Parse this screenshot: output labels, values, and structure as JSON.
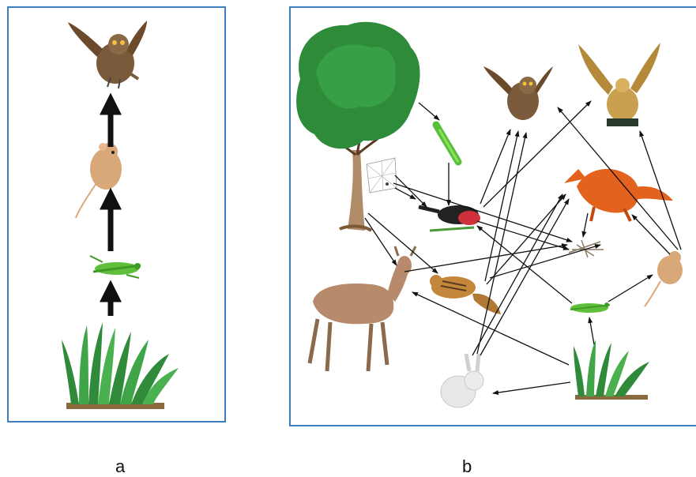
{
  "captions": {
    "a": "a",
    "b": "b"
  },
  "colors": {
    "border": "#3d7fc1",
    "arrow": "#111111"
  },
  "panel_a": {
    "organisms": [
      "owl",
      "mouse",
      "grasshopper",
      "grass"
    ],
    "links": [
      [
        "grass",
        "grasshopper"
      ],
      [
        "grasshopper",
        "mouse"
      ],
      [
        "mouse",
        "owl"
      ]
    ]
  },
  "panel_b": {
    "organisms": [
      "tree",
      "caterpillar",
      "spider",
      "owl",
      "hawk",
      "fox",
      "bird",
      "mushroom",
      "chipmunk",
      "deer",
      "mouse",
      "grasshopper",
      "rabbit",
      "grass"
    ],
    "links": [
      [
        "tree",
        "caterpillar"
      ],
      [
        "tree",
        "deer"
      ],
      [
        "tree",
        "chipmunk"
      ],
      [
        "caterpillar",
        "bird"
      ],
      [
        "spider",
        "bird"
      ],
      [
        "bird",
        "owl"
      ],
      [
        "bird",
        "hawk"
      ],
      [
        "chipmunk",
        "owl"
      ],
      [
        "chipmunk",
        "fox"
      ],
      [
        "chipmunk",
        "hawk"
      ],
      [
        "rabbit",
        "owl"
      ],
      [
        "rabbit",
        "fox"
      ],
      [
        "rabbit",
        "hawk"
      ],
      [
        "mouse",
        "fox"
      ],
      [
        "mouse",
        "hawk"
      ],
      [
        "grasshopper",
        "mouse"
      ],
      [
        "grasshopper",
        "bird"
      ],
      [
        "grass",
        "grasshopper"
      ],
      [
        "grass",
        "rabbit"
      ],
      [
        "grass",
        "deer"
      ],
      [
        "deer",
        "mushroom"
      ],
      [
        "bird",
        "mushroom"
      ],
      [
        "fox",
        "mushroom"
      ],
      [
        "tree",
        "spider"
      ],
      [
        "chipmunk",
        "mushroom"
      ]
    ]
  }
}
